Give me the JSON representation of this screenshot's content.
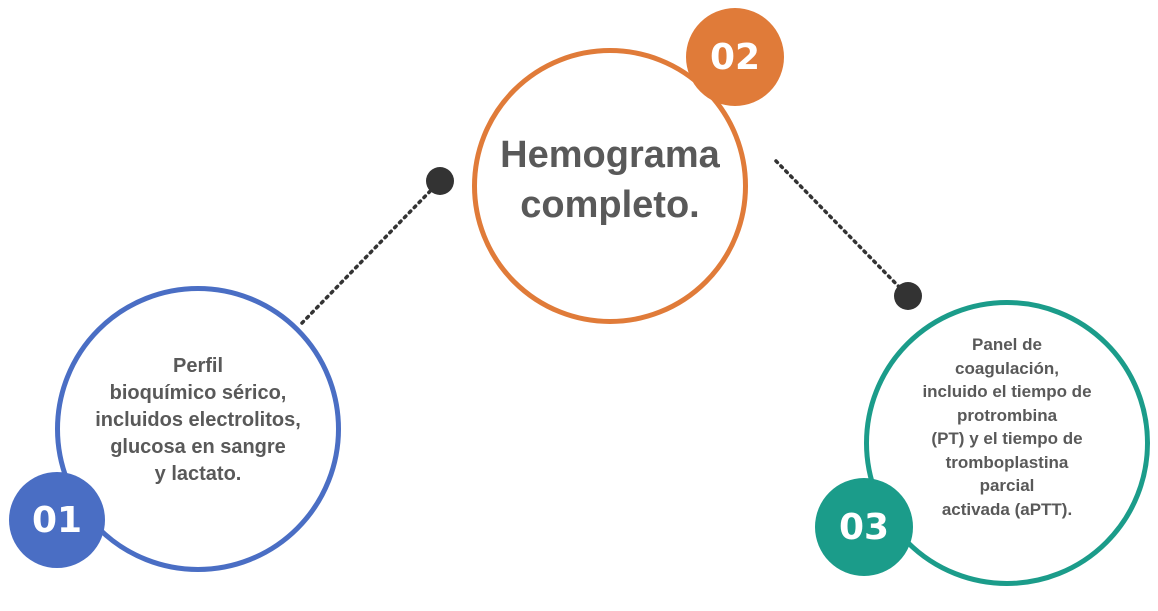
{
  "steps": [
    {
      "number": "01",
      "lines": [
        "Perfil",
        "bioquímico sérico,",
        "incluidos electrolitos,",
        "glucosa en sangre",
        "y lactato."
      ],
      "color": "#4a6ec4"
    },
    {
      "number": "02",
      "lines": [
        "Hemograma",
        "completo."
      ],
      "color": "#e07b39"
    },
    {
      "number": "03",
      "lines": [
        "Panel de",
        "coagulación,",
        "incluido el tiempo de",
        "protrombina",
        "(PT) y el tiempo de",
        "tromboplastina",
        "parcial",
        "activada (aPTT)."
      ],
      "color": "#1b9c8a"
    }
  ],
  "connector_color": "#333333",
  "text_color": "#595959"
}
